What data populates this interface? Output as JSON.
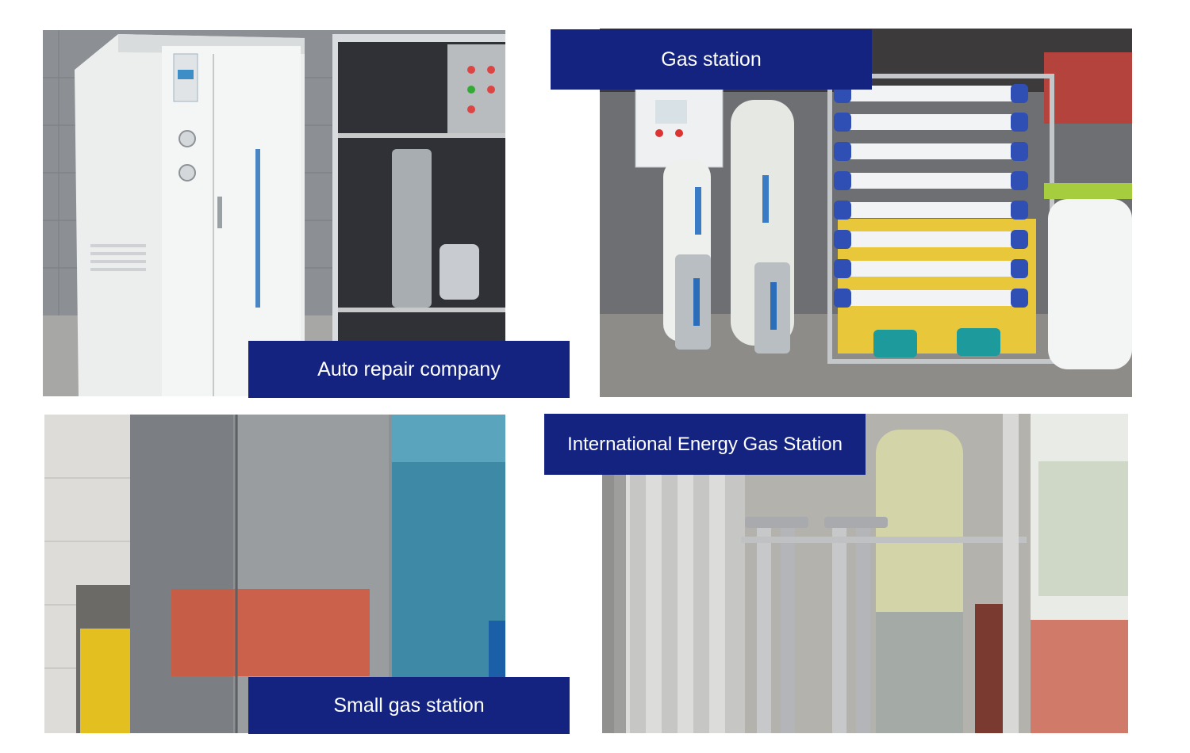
{
  "captions": {
    "auto_repair": "Auto repair company",
    "gas_station": "Gas station",
    "small_gas_station": "Small gas station",
    "international_energy": "International Energy Gas Station"
  },
  "colors": {
    "caption_background": "#13237f",
    "caption_text": "#ffffff",
    "page_background": "#ffffff"
  }
}
